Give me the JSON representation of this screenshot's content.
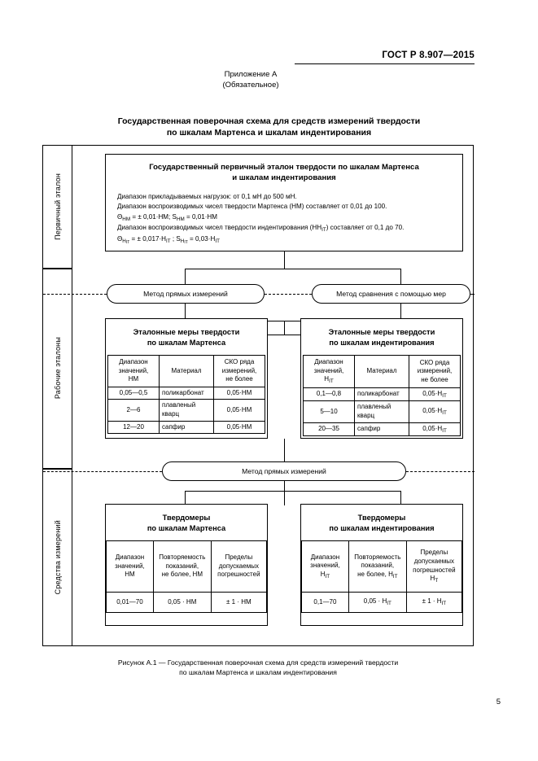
{
  "header": {
    "standard_no": "ГОСТ Р 8.907—2015",
    "appendix_line1": "Приложение А",
    "appendix_line2": "(Обязательное)",
    "title_line1": "Государственная поверочная схема для средств измерений твердости",
    "title_line2": "по шкалам Мартенса и шкалам индентирования"
  },
  "bands": [
    {
      "label": "Первичный эталон"
    },
    {
      "label": "Рабочие эталоны"
    },
    {
      "label": "Средства измерений"
    }
  ],
  "primary_standard": {
    "title_line1": "Государственный первичный эталон твердости по шкалам Мартенса",
    "title_line2": "и шкалам индентирования",
    "lines": [
      "Диапазон прикладываемых нагрузок: от 0,1 мН до 500 мН.",
      "Диапазон воспроизводимых чисел твердости Мартенса (НМ) составляет от 0,01 до 100.",
      "Диапазон воспроизводимых чисел твердости индентирования (H_IT) составляет от 0,1 до 70."
    ],
    "formula_hm": "Θ",
    "formula_hm_sub": "НМ",
    "formula_hm_rest": " = ± 0,01·НМ; S",
    "formula_hm_sub2": "НМ",
    "formula_hm_rest2": " = 0,01·НМ",
    "formula_hit": "Θ",
    "formula_hit_sub": "H",
    "formula_hit_sub_sub": "IT",
    "formula_hit_rest": " = ± 0,017·H",
    "formula_hit_sub2": "IT",
    "formula_hit_rest2": " ; S",
    "formula_hit_sub3": "H",
    "formula_hit_sub3_sub": "IT",
    "formula_hit_rest3": " = 0,03·H",
    "formula_hit_sub4": "IT",
    "line_load": "Диапазон прикладываемых нагрузок: от 0,1 мН до 500 мН.",
    "line_hm": "Диапазон воспроизводимых чисел твердости Мартенса (НМ) составляет от 0,01 до 100.",
    "line_hit_a": "Диапазон воспроизводимых чисел твердости индентирования (H",
    "line_hit_b": ") составляет от 0,1 до 70."
  },
  "methods": {
    "direct_1": "Метод прямых измерений",
    "comparison": "Метод сравнения с помощью мер",
    "direct_2": "Метод прямых измерений"
  },
  "working_standards": {
    "left": {
      "title_line1": "Эталонные меры твердости",
      "title_line2": "по шкалам Мартенса",
      "headers": [
        "Диапазон\nзначений,\nНМ",
        "Материал",
        "СКО ряда\nизмерений,\nне более"
      ],
      "header_col1_l1": "Диапазон",
      "header_col1_l2": "значений,",
      "header_col1_l3": "НМ",
      "header_col2": "Материал",
      "header_col3_l1": "СКО ряда",
      "header_col3_l2": "измерений,",
      "header_col3_l3": "не более",
      "rows": [
        {
          "range": "0,05—0,5",
          "material": "поликарбонат",
          "material2": "",
          "sko": "0,05·НМ"
        },
        {
          "range": "2—6",
          "material": "плавленый",
          "material2": "кварц",
          "sko": "0,05·НМ"
        },
        {
          "range": "12—20",
          "material": "сапфир",
          "material2": "",
          "sko": "0,05·НМ"
        }
      ]
    },
    "right": {
      "title_line1": "Эталонные меры твердости",
      "title_line2": "по шкалам индентирования",
      "header_col1_l1": "Диапазон",
      "header_col1_l2": "значений,",
      "header_col1_l3": "H",
      "header_col1_l3_sub": "IT",
      "header_col2": "Материал",
      "header_col3_l1": "СКО ряда",
      "header_col3_l2": "измерений,",
      "header_col3_l3": "не более",
      "rows": [
        {
          "range": "0,1—0,8",
          "material": "поликарбонат",
          "material2": "",
          "sko": "0,05·H",
          "sko_sub": "IT"
        },
        {
          "range": "5—10",
          "material": "плавленый",
          "material2": "кварц",
          "sko": "0,05·H",
          "sko_sub": "IT"
        },
        {
          "range": "20—35",
          "material": "сапфир",
          "material2": "",
          "sko": "0,05·H",
          "sko_sub": "IT"
        }
      ]
    }
  },
  "measuring_instruments": {
    "left": {
      "title_line1": "Твердомеры",
      "title_line2": "по шкалам Мартенса",
      "header_col1_l1": "Диапазон",
      "header_col1_l2": "значений,",
      "header_col1_l3": "НМ",
      "header_col2_l1": "Повторяемость",
      "header_col2_l2": "показаний,",
      "header_col2_l3": "не более, НМ",
      "header_col3_l1": "Пределы",
      "header_col3_l2": "допускаемых",
      "header_col3_l3": "погрешностей",
      "header_col3_l4": "",
      "row": {
        "range": "0,01—70",
        "repeat": "0,05 · НМ",
        "limits": "± 1 · НМ"
      }
    },
    "right": {
      "title_line1": "Твердомеры",
      "title_line2": "по шкалам индентирования",
      "header_col1_l1": "Диапазон",
      "header_col1_l2": "значений,",
      "header_col1_l3": "H",
      "header_col1_l3_sub": "IT",
      "header_col2_l1": "Повторяемость",
      "header_col2_l2": "показаний,",
      "header_col2_l3": "не более, H",
      "header_col2_l3_sub": "IT",
      "header_col3_l1": "Пределы",
      "header_col3_l2": "допускаемых",
      "header_col3_l3": "погрешностей",
      "header_col3_l4": "H",
      "header_col3_l4_sub": "T",
      "row": {
        "range": "0,1—70",
        "repeat": "0,05 · H",
        "repeat_sub": "IT",
        "limits": "± 1 · H",
        "limits_sub": "IT"
      }
    }
  },
  "caption": {
    "line1": "Рисунок А.1 — Государственная поверочная схема для средств измерений твердости",
    "line2": "по шкалам Мартенса и шкалам индентирования"
  },
  "page_number": "5"
}
